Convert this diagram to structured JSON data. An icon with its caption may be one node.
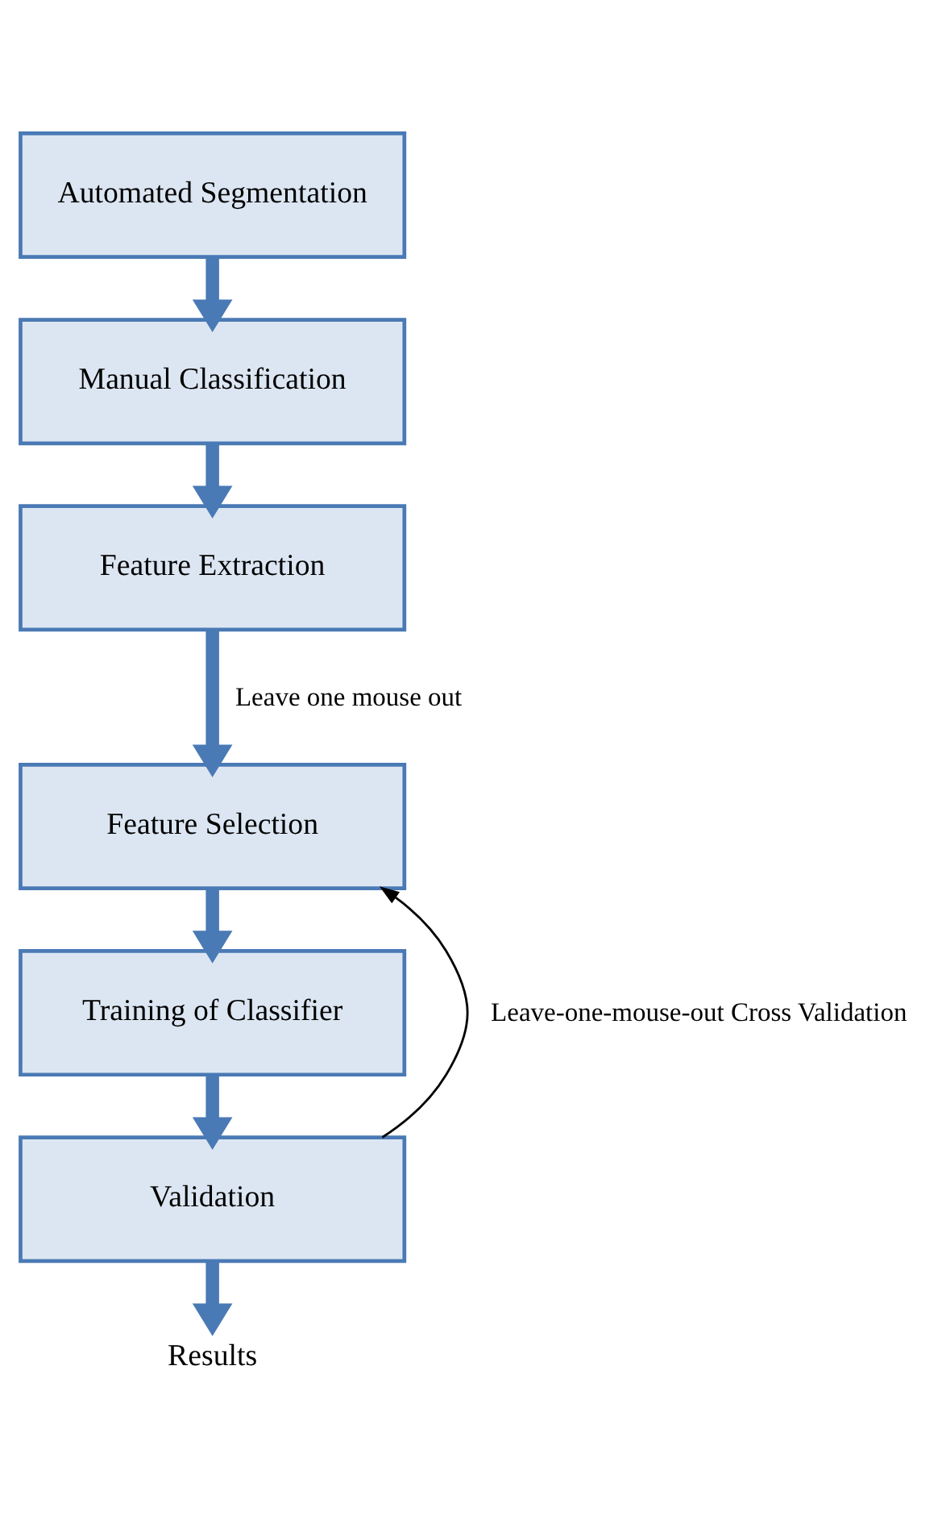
{
  "diagram": {
    "nodes": [
      {
        "text": [
          "Automated Segmentation"
        ]
      },
      {
        "text": [
          "Manual Classification"
        ]
      },
      {
        "text": [
          "Feature Extraction"
        ]
      },
      {
        "text": [
          "Feature Selection"
        ]
      },
      {
        "text": [
          "Training of Classifier"
        ]
      },
      {
        "text": [
          "Validation"
        ]
      },
      {
        "text": [
          "Results"
        ]
      }
    ],
    "edges": [
      {
        "from": 0,
        "to": 1,
        "arrow": "to"
      },
      {
        "from": 1,
        "to": 2,
        "arrow": "to"
      },
      {
        "from": 2,
        "to": 3,
        "arrow": "to",
        "label": "Leave one mouse out"
      },
      {
        "from": 3,
        "to": 4,
        "arrow": "to"
      },
      {
        "from": 4,
        "to": 5,
        "arrow": "to"
      },
      {
        "from": 5,
        "to": 6,
        "arrow": "to"
      },
      {
        "from": 5,
        "to": 3,
        "arrow": "to",
        "label": "Leave-one-mouse-out Cross Validation",
        "color": "#000000"
      }
    ]
  }
}
